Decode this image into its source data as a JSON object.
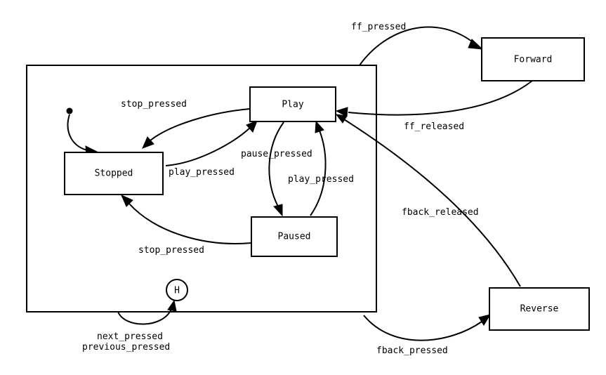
{
  "diagram": {
    "states": {
      "play": "Play",
      "stopped": "Stopped",
      "paused": "Paused",
      "forward": "Forward",
      "reverse": "Reverse",
      "history": "H"
    },
    "transitions": {
      "play_to_stopped": "stop_pressed",
      "stopped_to_play": "play_pressed",
      "play_to_paused": "pause_pressed",
      "paused_to_play": "play_pressed",
      "paused_to_stopped": "stop_pressed",
      "to_forward": "ff_pressed",
      "forward_to_play": "ff_released",
      "reverse_to_play": "fback_released",
      "to_reverse": "fback_pressed",
      "to_history_line1": "next_pressed",
      "to_history_line2": "previous_pressed"
    }
  }
}
